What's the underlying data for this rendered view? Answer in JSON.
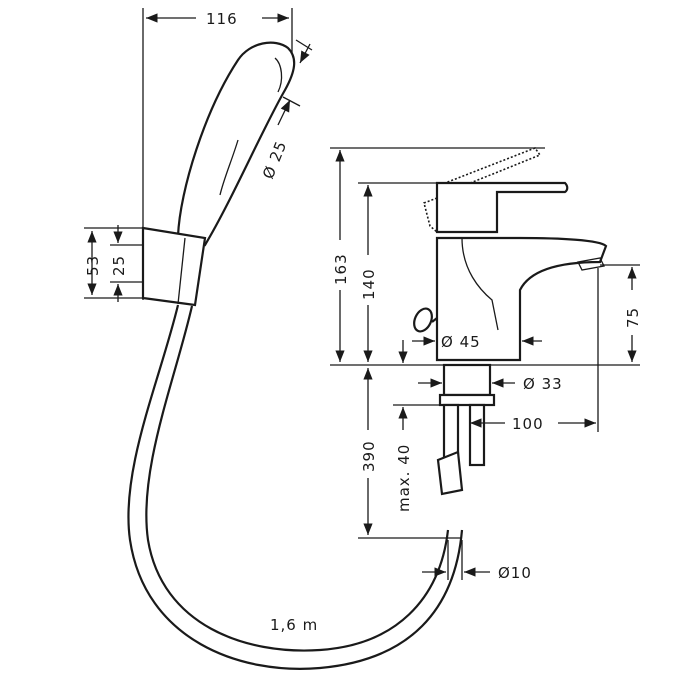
{
  "title": "Bidet mixer with hand shower – dimension drawing",
  "dimensions": {
    "shower_length": "116",
    "shower_diameter": "Ø 25",
    "holder_height": "53",
    "holder_inner": "25",
    "total_height": "163",
    "body_height": "140",
    "spout_height": "75",
    "body_diameter": "Ø 45",
    "thread_diameter": "Ø 33",
    "spout_reach": "100",
    "connection_length": "390",
    "max_thickness": "max. 40",
    "hose_diameter": "Ø10",
    "hose_length": "1,6 m"
  }
}
